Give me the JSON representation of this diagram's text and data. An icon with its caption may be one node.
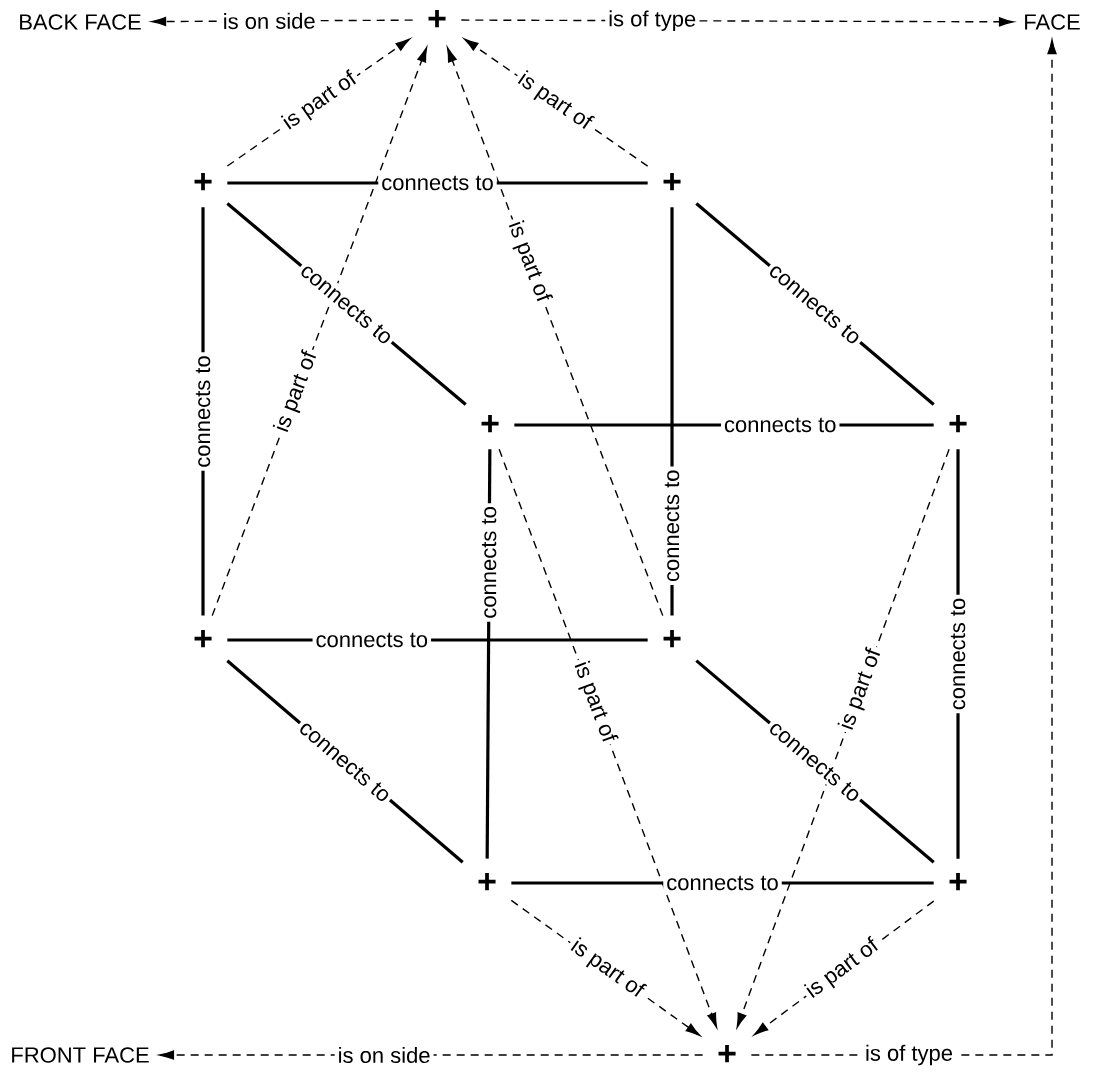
{
  "diagram": {
    "nodes": [
      {
        "text": [
          "BACK FACE"
        ]
      },
      {
        "text": [
          "+"
        ]
      },
      {
        "text": [
          "FACE"
        ]
      },
      {
        "text": [
          "+"
        ]
      },
      {
        "text": [
          "+"
        ]
      },
      {
        "text": [
          "+"
        ]
      },
      {
        "text": [
          "+"
        ]
      },
      {
        "text": [
          "+"
        ]
      },
      {
        "text": [
          "+"
        ]
      },
      {
        "text": [
          "+"
        ]
      },
      {
        "text": [
          "+"
        ]
      },
      {
        "text": [
          "+"
        ]
      },
      {
        "text": [
          "FRONT FACE"
        ]
      }
    ],
    "edges": [
      {
        "from": 1,
        "to": 0,
        "arrow": "to",
        "label": "is on side",
        "style": "dashed"
      },
      {
        "from": 1,
        "to": 2,
        "arrow": "to",
        "label": "is of type",
        "style": "dashed"
      },
      {
        "from": 3,
        "to": 1,
        "arrow": "to",
        "label": "is part of",
        "style": "dashed"
      },
      {
        "from": 4,
        "to": 1,
        "arrow": "to",
        "label": "is part of",
        "style": "dashed"
      },
      {
        "from": 7,
        "to": 1,
        "arrow": "to",
        "label": "is part of",
        "style": "dashed"
      },
      {
        "from": 8,
        "to": 1,
        "arrow": "to",
        "label": "is part of",
        "style": "dashed"
      },
      {
        "from": 3,
        "to": 4,
        "arrow": "none",
        "label": "connects to",
        "style": "thick"
      },
      {
        "from": 3,
        "to": 7,
        "arrow": "none",
        "label": "connects to",
        "style": "thick"
      },
      {
        "from": 3,
        "to": 5,
        "arrow": "none",
        "label": "connects to",
        "style": "thick"
      },
      {
        "from": 4,
        "to": 8,
        "arrow": "none",
        "label": "connects to",
        "style": "thick"
      },
      {
        "from": 4,
        "to": 6,
        "arrow": "none",
        "label": "connects to",
        "style": "thick"
      },
      {
        "from": 5,
        "to": 6,
        "arrow": "none",
        "label": "connects to",
        "style": "thick"
      },
      {
        "from": 5,
        "to": 9,
        "arrow": "none",
        "label": "connects to",
        "style": "thick"
      },
      {
        "from": 6,
        "to": 10,
        "arrow": "none",
        "label": "connects to",
        "style": "thick"
      },
      {
        "from": 7,
        "to": 8,
        "arrow": "none",
        "label": "connects to",
        "style": "thick"
      },
      {
        "from": 7,
        "to": 9,
        "arrow": "none",
        "label": "connects to",
        "style": "thick"
      },
      {
        "from": 8,
        "to": 10,
        "arrow": "none",
        "label": "connects to",
        "style": "thick"
      },
      {
        "from": 9,
        "to": 10,
        "arrow": "none",
        "label": "connects to",
        "style": "thick"
      },
      {
        "from": 9,
        "to": 11,
        "arrow": "to",
        "label": "is part of",
        "style": "dashed"
      },
      {
        "from": 10,
        "to": 11,
        "arrow": "to",
        "label": "is part of",
        "style": "dashed"
      },
      {
        "from": 5,
        "to": 11,
        "arrow": "to",
        "label": "is part of",
        "style": "dashed"
      },
      {
        "from": 6,
        "to": 11,
        "arrow": "to",
        "label": "is part of",
        "style": "dashed"
      },
      {
        "from": 11,
        "to": 12,
        "arrow": "to",
        "label": "is on side",
        "style": "dashed"
      },
      {
        "from": 11,
        "to": 2,
        "arrow": "to",
        "label": "is of type",
        "style": "dashed"
      }
    ]
  }
}
